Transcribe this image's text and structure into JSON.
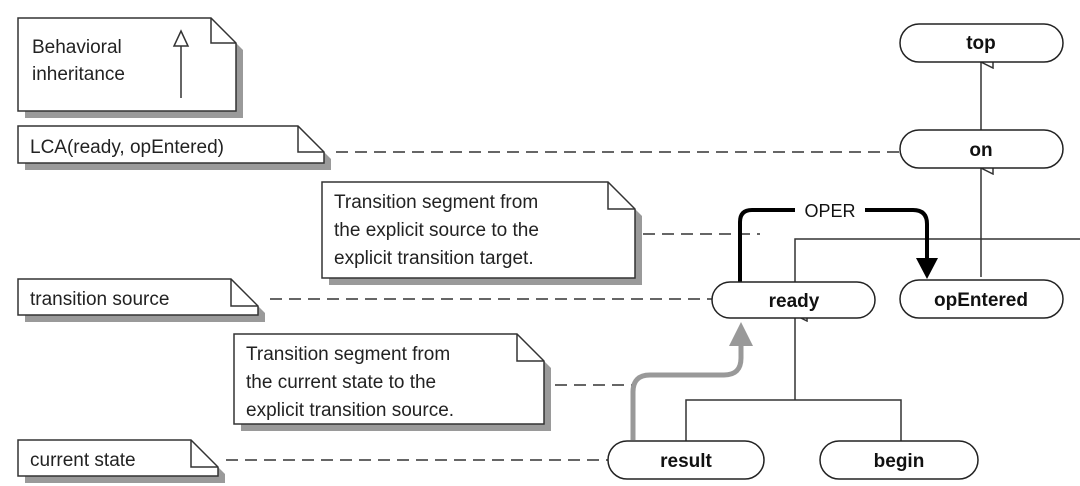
{
  "legend": {
    "lines": [
      "Behavioral",
      "inheritance"
    ]
  },
  "notes": {
    "lca": "LCA(ready, opEntered)",
    "explicit_segment": [
      "Transition segment from",
      "the explicit source to the",
      "explicit transition target."
    ],
    "transition_source": "transition source",
    "current_segment": [
      "Transition segment from",
      "the current state to the",
      "explicit transition source."
    ],
    "current_state": "current state"
  },
  "states": {
    "top": "top",
    "on": "on",
    "ready": "ready",
    "opEntered": "opEntered",
    "result": "result",
    "begin": "begin"
  },
  "transition": {
    "label": "OPER"
  },
  "colors": {
    "note_fill": "#ffffff",
    "note_shadow": "#9a9a9a",
    "line": "#333333",
    "explicit_arrow": "#000000",
    "current_arrow": "#999999"
  }
}
